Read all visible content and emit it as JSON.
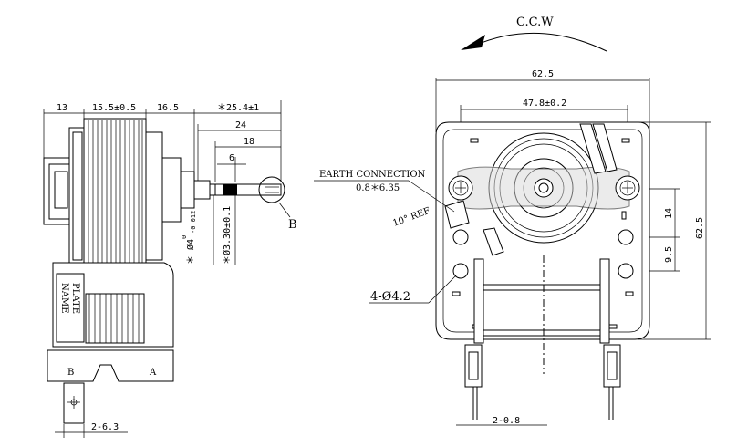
{
  "side_view": {
    "dims_top": {
      "d13": "13",
      "d15": "15.5±0.5",
      "d16": "16.5",
      "d25": "＊25.4±1",
      "d24": "24",
      "d18": "18",
      "d6": "6"
    },
    "shaft_dia_label": "＊ Ø4",
    "shaft_tol_upper": "0",
    "shaft_tol_lower": "-0.012",
    "flat_dia_label": "＊Ø3.30±0.1",
    "detail_callout": "B",
    "name_plate_line1": "NAME",
    "name_plate_line2": "PLATE",
    "terminal_b": "B",
    "terminal_a": "A",
    "terminal_dim": "2-6.3"
  },
  "front_view": {
    "rotation": "C.C.W",
    "width_total": "62.5",
    "hole_spacing": "47.8±0.2",
    "height_total": "62.5",
    "earth_line1": "EARTH CONNECTION",
    "earth_line2": "0.8＊6.35",
    "ref_angle": "10° REF",
    "dim_14": "14",
    "dim_9_5": "9.5",
    "holes_label": "4-Ø4.2",
    "terminal_dim": "2-0.8"
  }
}
